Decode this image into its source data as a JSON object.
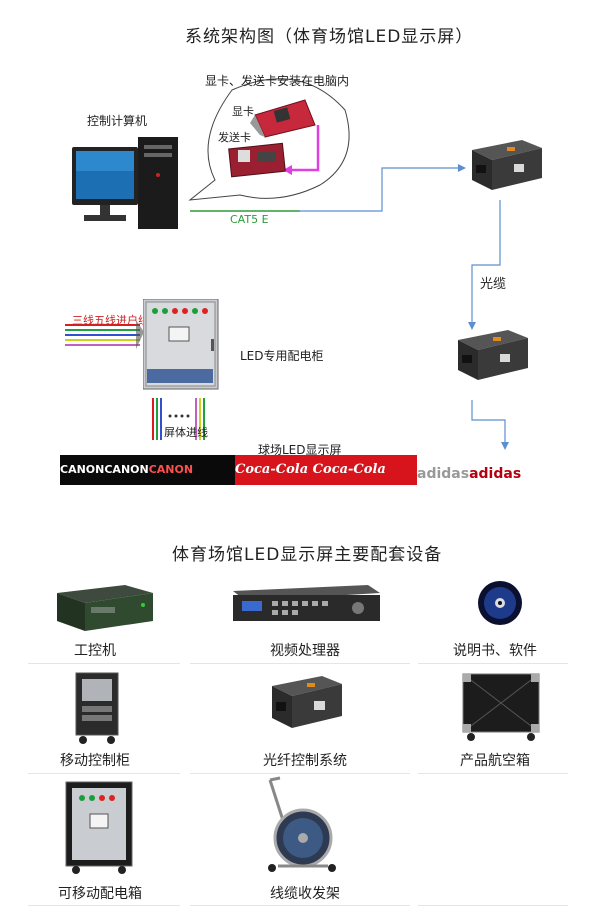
{
  "diagram": {
    "title": "系统架构图（体育场馆LED显示屏）",
    "gpu_note": "显卡、发送卡安装在电脑内",
    "gpu_label": "显卡",
    "sender_label": "发送卡",
    "computer_label": "控制计算机",
    "cable_label": "CAT5 E",
    "fiber_label": "光缆",
    "power_in_label": "三线五线进户线",
    "cabinet_label": "LED专用配电柜",
    "screen_in_label": "屏体进线",
    "screen_label": "球场LED显示屏",
    "banner_canon": "CANON",
    "banner_coke": "Coca-Cola",
    "banner_adidas": "adidas"
  },
  "equipment": {
    "title": "体育场馆LED显示屏主要配套设备",
    "items": [
      {
        "label": "工控机",
        "icon": "industrial-pc-icon"
      },
      {
        "label": "视频处理器",
        "icon": "video-processor-icon"
      },
      {
        "label": "说明书、软件",
        "icon": "cd-icon"
      },
      {
        "label": "移动控制柜",
        "icon": "mobile-control-cabinet-icon"
      },
      {
        "label": "光纤控制系统",
        "icon": "fiber-converter-icon"
      },
      {
        "label": "产品航空箱",
        "icon": "flight-case-icon"
      },
      {
        "label": "可移动配电箱",
        "icon": "mobile-power-box-icon"
      },
      {
        "label": "线缆收发架",
        "icon": "cable-reel-icon"
      }
    ]
  },
  "colors": {
    "line_blue": "#5b8fd0",
    "cat5_green": "#2e9b3a",
    "magenta": "#e040e0",
    "banner_red": "#d7141c"
  }
}
